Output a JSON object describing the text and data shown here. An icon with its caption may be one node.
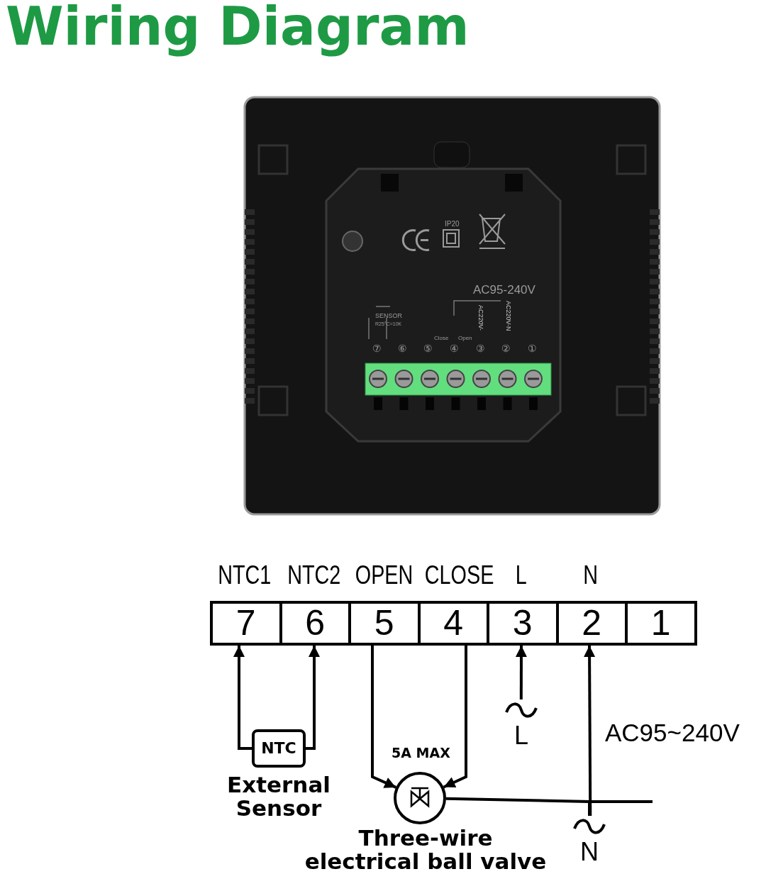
{
  "diagram": {
    "title": "Wiring Diagram",
    "nodes": [
      {
        "text": [
          "NTC1",
          "7"
        ]
      },
      {
        "text": [
          "NTC2",
          "6"
        ]
      },
      {
        "text": [
          "OPEN",
          "5"
        ]
      },
      {
        "text": [
          "CLOSE",
          "4"
        ]
      },
      {
        "text": [
          "L",
          "3"
        ]
      },
      {
        "text": [
          "N",
          "2"
        ]
      },
      {
        "text": [
          "1"
        ]
      },
      {
        "text": [
          "NTC"
        ],
        "beside": [
          "External Sensor"
        ]
      },
      {
        "text": [],
        "shape": "circle",
        "beside": [
          "Three-wire electrical ball valve"
        ]
      },
      {
        "text": [
          "L"
        ]
      },
      {
        "text": [
          "N"
        ]
      }
    ],
    "edges": [
      {
        "from": 7,
        "to": 0,
        "arrow": "to"
      },
      {
        "from": 7,
        "to": 1,
        "arrow": "to"
      },
      {
        "from": 2,
        "to": 8,
        "arrow": "to"
      },
      {
        "from": 3,
        "to": 8,
        "arrow": "to"
      },
      {
        "from": 9,
        "to": 4,
        "arrow": "to"
      },
      {
        "from": 10,
        "to": 5,
        "arrow": "to"
      },
      {
        "from": 10,
        "to": 8,
        "arrow": "none"
      }
    ],
    "labels": [
      "IP20",
      "AC95-240V",
      "SENSOR",
      "R25°C=10K",
      "Close",
      "Open",
      "AC220V-",
      "AC220V-N",
      "⑦",
      "⑥",
      "⑤",
      "④",
      "③",
      "②",
      "①",
      "5A MAX",
      "AC95~240V"
    ]
  }
}
